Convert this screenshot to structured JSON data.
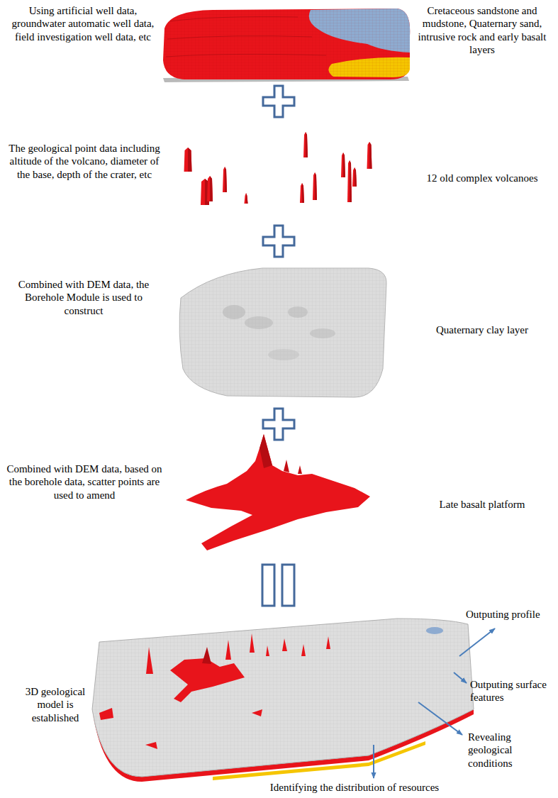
{
  "diagram": {
    "labels": [
      "Using artificial well data, groundwater automatic well data, field investigation well data, etc",
      "Cretaceous sandstone and mudstone, Quaternary sand, intrusive rock and early basalt layers",
      "The geological point data including altitude of the volcano, diameter of the base, depth of the crater, etc",
      "12 old complex volcanoes",
      "Combined with DEM data, the Borehole Module is used to construct",
      "Quaternary clay layer",
      "Combined with DEM data, based on the borehole data, scatter points are used to amend",
      "Late basalt platform",
      "3D geological model is established",
      "Outputing profile",
      "Outputing surface features",
      "Revealing geological conditions",
      "Identifying the distribution of resources"
    ]
  }
}
